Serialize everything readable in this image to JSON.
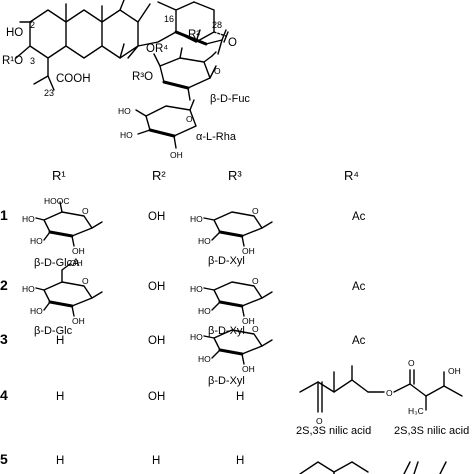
{
  "core": {
    "locants": {
      "c2": "2",
      "c3": "3",
      "c16": "16",
      "c23": "23",
      "c28": "28"
    },
    "groups": {
      "ho2": "HO",
      "r1o": "R¹O",
      "cooh23": "COOH",
      "r2": "R²",
      "o28": "O",
      "or4": "OR⁴",
      "r3o": "R³O"
    },
    "sugar_labels": {
      "fuc": "β-D-Fuc",
      "rha": "α-L-Rha"
    },
    "rha_oh": [
      "HO",
      "HO",
      "OH"
    ]
  },
  "table": {
    "headers": [
      "R¹",
      "R²",
      "R³",
      "R⁴"
    ],
    "rows": [
      {
        "id": "1",
        "r1": "β-D-GlcA",
        "r1_groups": [
          "HOOC",
          "HO",
          "HO",
          "OH"
        ],
        "r2": "OH",
        "r3": "β-D-Xyl",
        "r3_groups": [
          "HO",
          "HO",
          "OH"
        ],
        "r4": "Ac"
      },
      {
        "id": "2",
        "r1": "β-D-Glc",
        "r1_groups": [
          "OH",
          "HO",
          "HO",
          "OH"
        ],
        "r2": "OH",
        "r3": "β-D-Xyl",
        "r3_groups": [
          "HO",
          "HO",
          "OH"
        ],
        "r4": "Ac"
      },
      {
        "id": "3",
        "r1": "H",
        "r2": "OH",
        "r3": "β-D-Xyl",
        "r3_groups": [
          "HO",
          "HO",
          "OH"
        ],
        "r4": "Ac"
      },
      {
        "id": "4",
        "r1": "H",
        "r2": "OH",
        "r3": "H",
        "r4_groups": [
          "O",
          "O",
          "OH",
          "O"
        ],
        "r4_labels": [
          "2S,3S nilic acid",
          "2S,3S nilic acid"
        ]
      },
      {
        "id": "5",
        "r1": "H",
        "r2": "H",
        "r3": "H"
      }
    ]
  }
}
